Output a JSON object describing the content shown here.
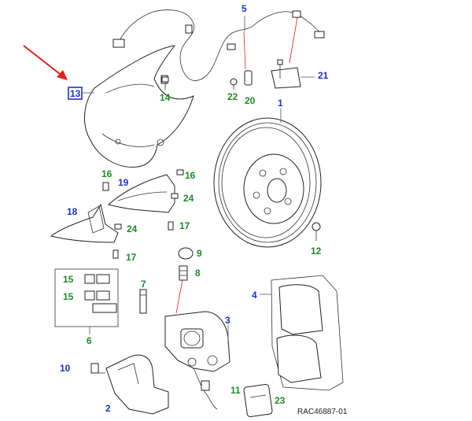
{
  "diagram": {
    "reference_code": "RAC46887-01",
    "callouts": [
      {
        "id": "c1",
        "text": "1",
        "color": "#1a33c8"
      },
      {
        "id": "c2",
        "text": "2",
        "color": "#1a33c8"
      },
      {
        "id": "c3",
        "text": "3",
        "color": "#1a33c8"
      },
      {
        "id": "c4",
        "text": "4",
        "color": "#1a33c8"
      },
      {
        "id": "c5",
        "text": "5",
        "color": "#1a33c8"
      },
      {
        "id": "c6",
        "text": "6",
        "color": "#1f8a2a"
      },
      {
        "id": "c7",
        "text": "7",
        "color": "#1f8a2a"
      },
      {
        "id": "c8",
        "text": "8",
        "color": "#1f8a2a"
      },
      {
        "id": "c9",
        "text": "9",
        "color": "#1f8a2a"
      },
      {
        "id": "c10",
        "text": "10",
        "color": "#1a33c8"
      },
      {
        "id": "c11",
        "text": "11",
        "color": "#1f8a2a"
      },
      {
        "id": "c12",
        "text": "12",
        "color": "#1f8a2a"
      },
      {
        "id": "c13",
        "text": "13",
        "color": "#1a33c8"
      },
      {
        "id": "c14",
        "text": "14",
        "color": "#1f8a2a"
      },
      {
        "id": "c15a",
        "text": "15",
        "color": "#1f8a2a"
      },
      {
        "id": "c15b",
        "text": "15",
        "color": "#1f8a2a"
      },
      {
        "id": "c16a",
        "text": "16",
        "color": "#1f8a2a"
      },
      {
        "id": "c16b",
        "text": "16",
        "color": "#1f8a2a"
      },
      {
        "id": "c17a",
        "text": "17",
        "color": "#1f8a2a"
      },
      {
        "id": "c17b",
        "text": "17",
        "color": "#1f8a2a"
      },
      {
        "id": "c18",
        "text": "18",
        "color": "#1a33c8"
      },
      {
        "id": "c19",
        "text": "19",
        "color": "#1a33c8"
      },
      {
        "id": "c20",
        "text": "20",
        "color": "#1f8a2a"
      },
      {
        "id": "c21",
        "text": "21",
        "color": "#1a33c8"
      },
      {
        "id": "c22",
        "text": "22",
        "color": "#1f8a2a"
      },
      {
        "id": "c23",
        "text": "23",
        "color": "#1f8a2a"
      },
      {
        "id": "c24a",
        "text": "24",
        "color": "#1f8a2a"
      },
      {
        "id": "c24b",
        "text": "24",
        "color": "#1f8a2a"
      }
    ],
    "highlight_color": "#e0201a"
  }
}
